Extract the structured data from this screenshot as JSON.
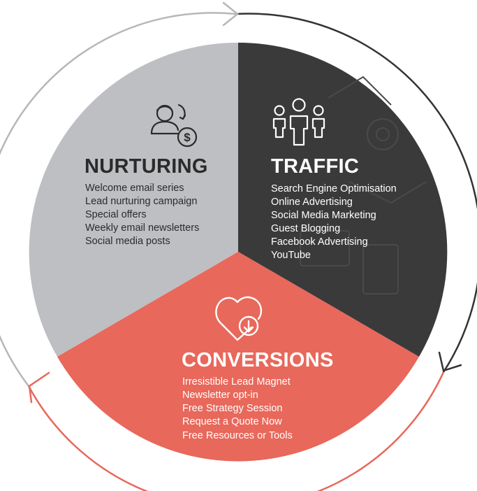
{
  "colors": {
    "nurturing": "#bebfc2",
    "traffic": "#3a3a3b",
    "conversions": "#e8685b",
    "outer_arrow_grey": "#b6b7ba",
    "outer_arrow_dark": "#333333",
    "outer_arrow_red": "#e8685b",
    "dark_text": "#2b2b2b",
    "light_text": "#ffffff"
  },
  "segments": {
    "nurturing": {
      "icon": "person-dollar-icon",
      "title": "NURTURING",
      "items": [
        "Welcome email series",
        "Lead nurturing campaign",
        "Special offers",
        "Weekly email newsletters",
        "Social media posts"
      ]
    },
    "traffic": {
      "icon": "people-group-icon",
      "title": "TRAFFIC",
      "items": [
        "Search Engine Optimisation",
        "Online Advertising",
        "Social Media Marketing",
        "Guest Blogging",
        "Facebook Advertising",
        "YouTube"
      ]
    },
    "conversions": {
      "icon": "heart-download-icon",
      "title": "CONVERSIONS",
      "items": [
        "Irresistible Lead Magnet",
        "Newsletter opt-in",
        "Free Strategy Session",
        "Request a Quote Now",
        "Free Resources or Tools"
      ]
    }
  }
}
